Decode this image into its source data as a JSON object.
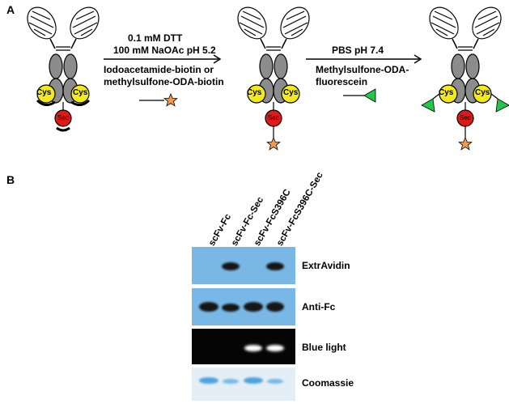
{
  "panels": {
    "a": {
      "label": "A"
    },
    "b": {
      "label": "B"
    }
  },
  "antibody": {
    "cys_label": "Cys",
    "sec_label": "Sec"
  },
  "step1": {
    "line1": "0.1 mM DTT",
    "line2": "100 mM NaOAc pH 5.2",
    "line3": "Iodoacetamide-biotin or",
    "line4": "methylsulfone-ODA-biotin"
  },
  "step2": {
    "line1": "PBS pH 7.4",
    "line2": "Methylsulfone-ODA-",
    "line3": "fluorescein"
  },
  "lanes": [
    "scFv-Fc",
    "scFv-Fc-Sec",
    "scFv-FcS396C",
    "scFv-FcS396C-Sec"
  ],
  "blots": [
    {
      "label": "ExtrAvidin",
      "background": "#79b8e6"
    },
    {
      "label": "Anti-Fc",
      "background": "#79b8e6"
    },
    {
      "label": "Blue light",
      "background": "#050505"
    },
    {
      "label": "Coomassie",
      "background": "#e3eef6"
    }
  ],
  "colors": {
    "cys": "#f3ea1c",
    "sec": "#e01818",
    "fc_domain": "#8c8c8c",
    "biotin_star": "#ef9a52",
    "fluorescein": "#22c74a"
  }
}
